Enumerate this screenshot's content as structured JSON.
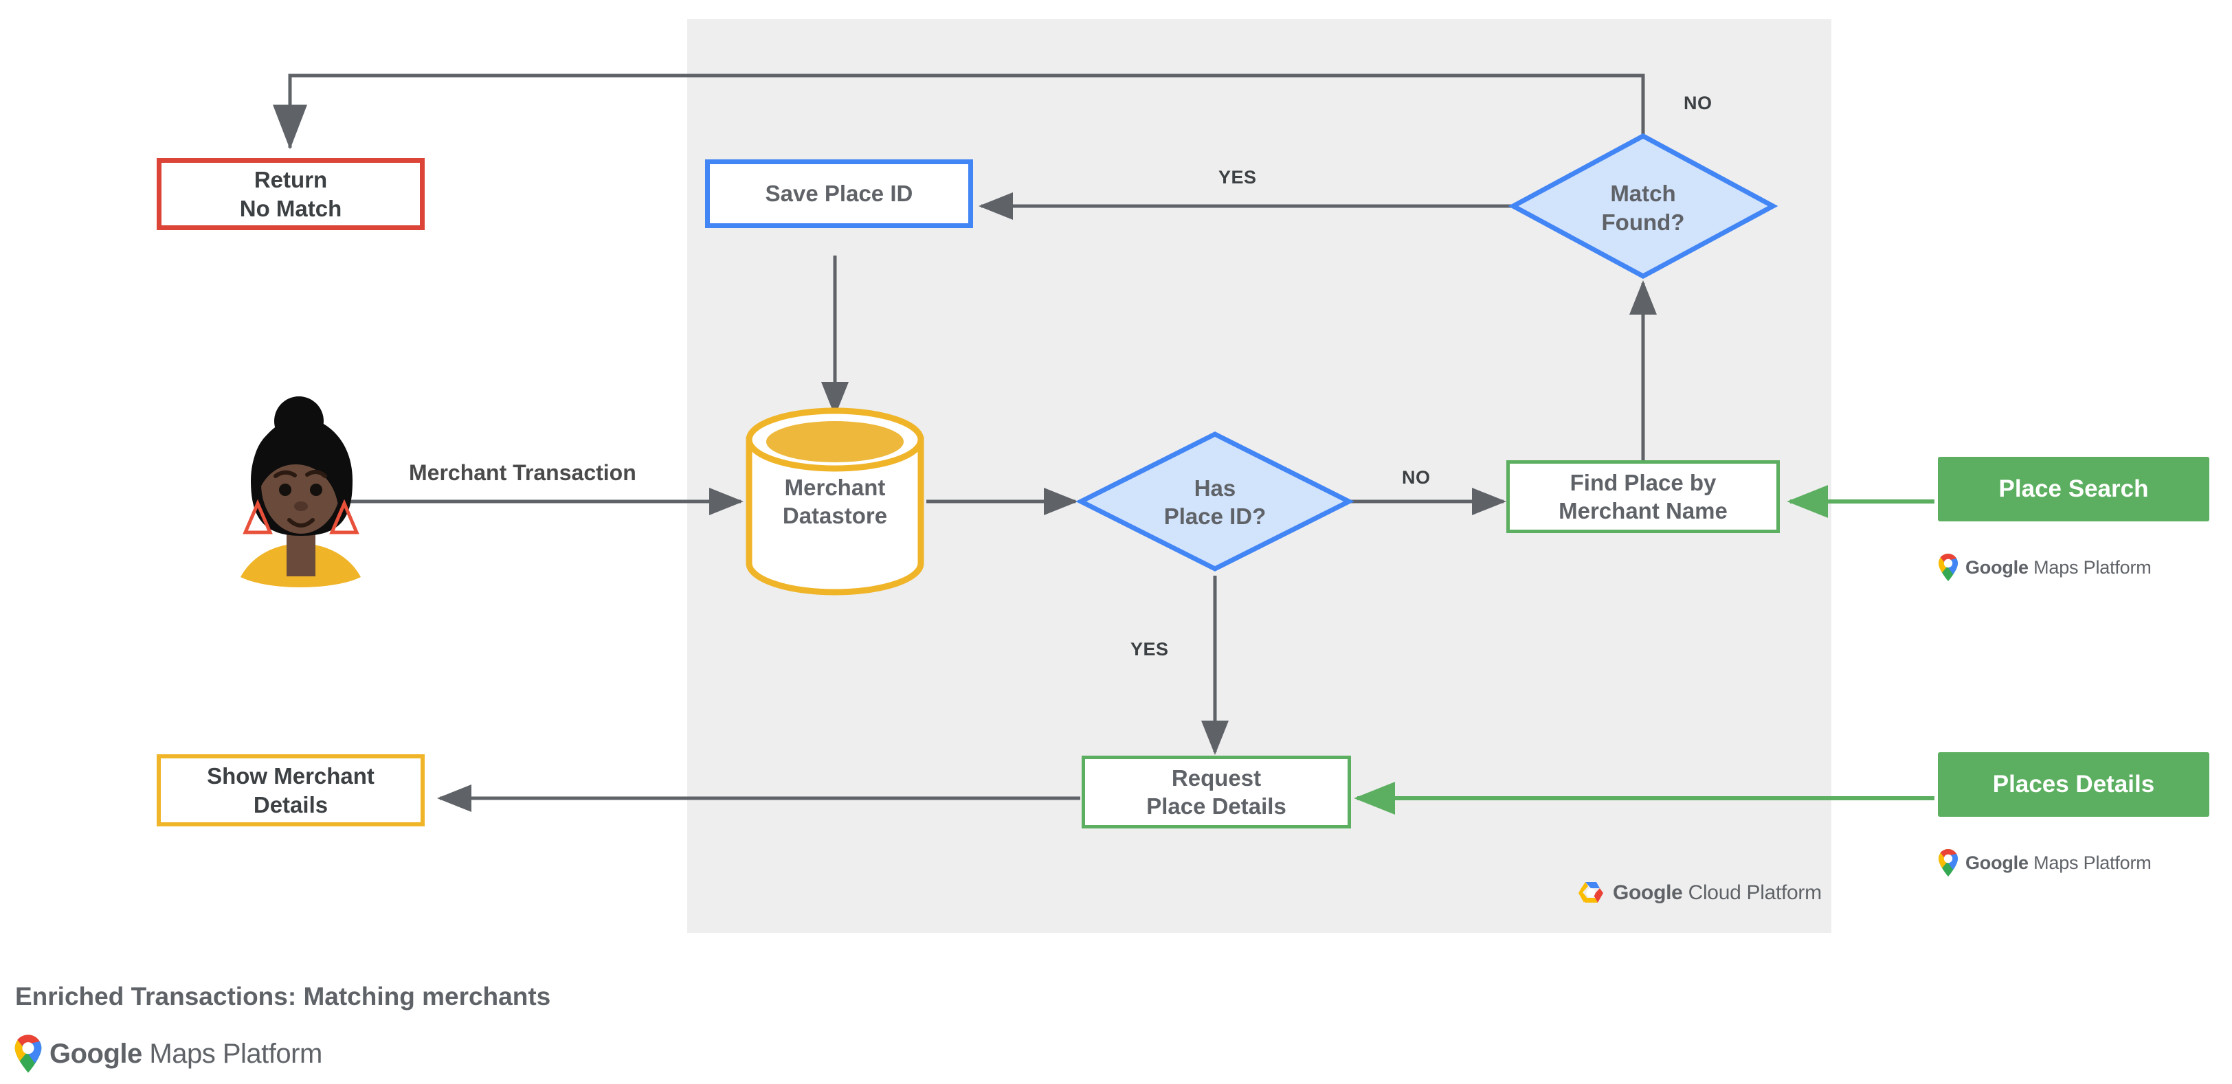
{
  "diagram": {
    "title": "Enriched Transactions: Matching merchants",
    "panel_label": "Google Cloud Platform",
    "brand_label": "Google Maps Platform",
    "colors": {
      "panel_bg": "#eeeeee",
      "red": "#db4437",
      "blue": "#4285f4",
      "blue_fill": "#d2e3fc",
      "green": "#5caf60",
      "yellow": "#f0b429",
      "arrow_gray": "#5f6368",
      "text_gray": "#5f6368"
    },
    "nodes": {
      "return_no_match": {
        "line1": "Return",
        "line2": "No Match"
      },
      "save_place_id": {
        "line1": "Save Place ID"
      },
      "match_found": {
        "line1": "Match",
        "line2": "Found?"
      },
      "merchant_datastore": {
        "line1": "Merchant",
        "line2": "Datastore"
      },
      "has_place_id": {
        "line1": "Has",
        "line2": "Place ID?"
      },
      "find_place": {
        "line1": "Find Place by",
        "line2": "Merchant Name"
      },
      "place_search": {
        "line1": "Place Search"
      },
      "request_place_details": {
        "line1": "Request",
        "line2": "Place Details"
      },
      "places_details": {
        "line1": "Places Details"
      },
      "show_merchant_details": {
        "line1": "Show Merchant",
        "line2": "Details"
      }
    },
    "edge_labels": {
      "merchant_transaction": "Merchant Transaction",
      "no_match_found": "NO",
      "yes_match_found": "YES",
      "no_has_place_id": "NO",
      "yes_has_place_id": "YES"
    },
    "logos": {
      "maps_word_bold": "Google",
      "maps_word_rest": "Maps Platform",
      "cloud_word_bold": "Google",
      "cloud_word_rest": "Cloud Platform"
    }
  }
}
